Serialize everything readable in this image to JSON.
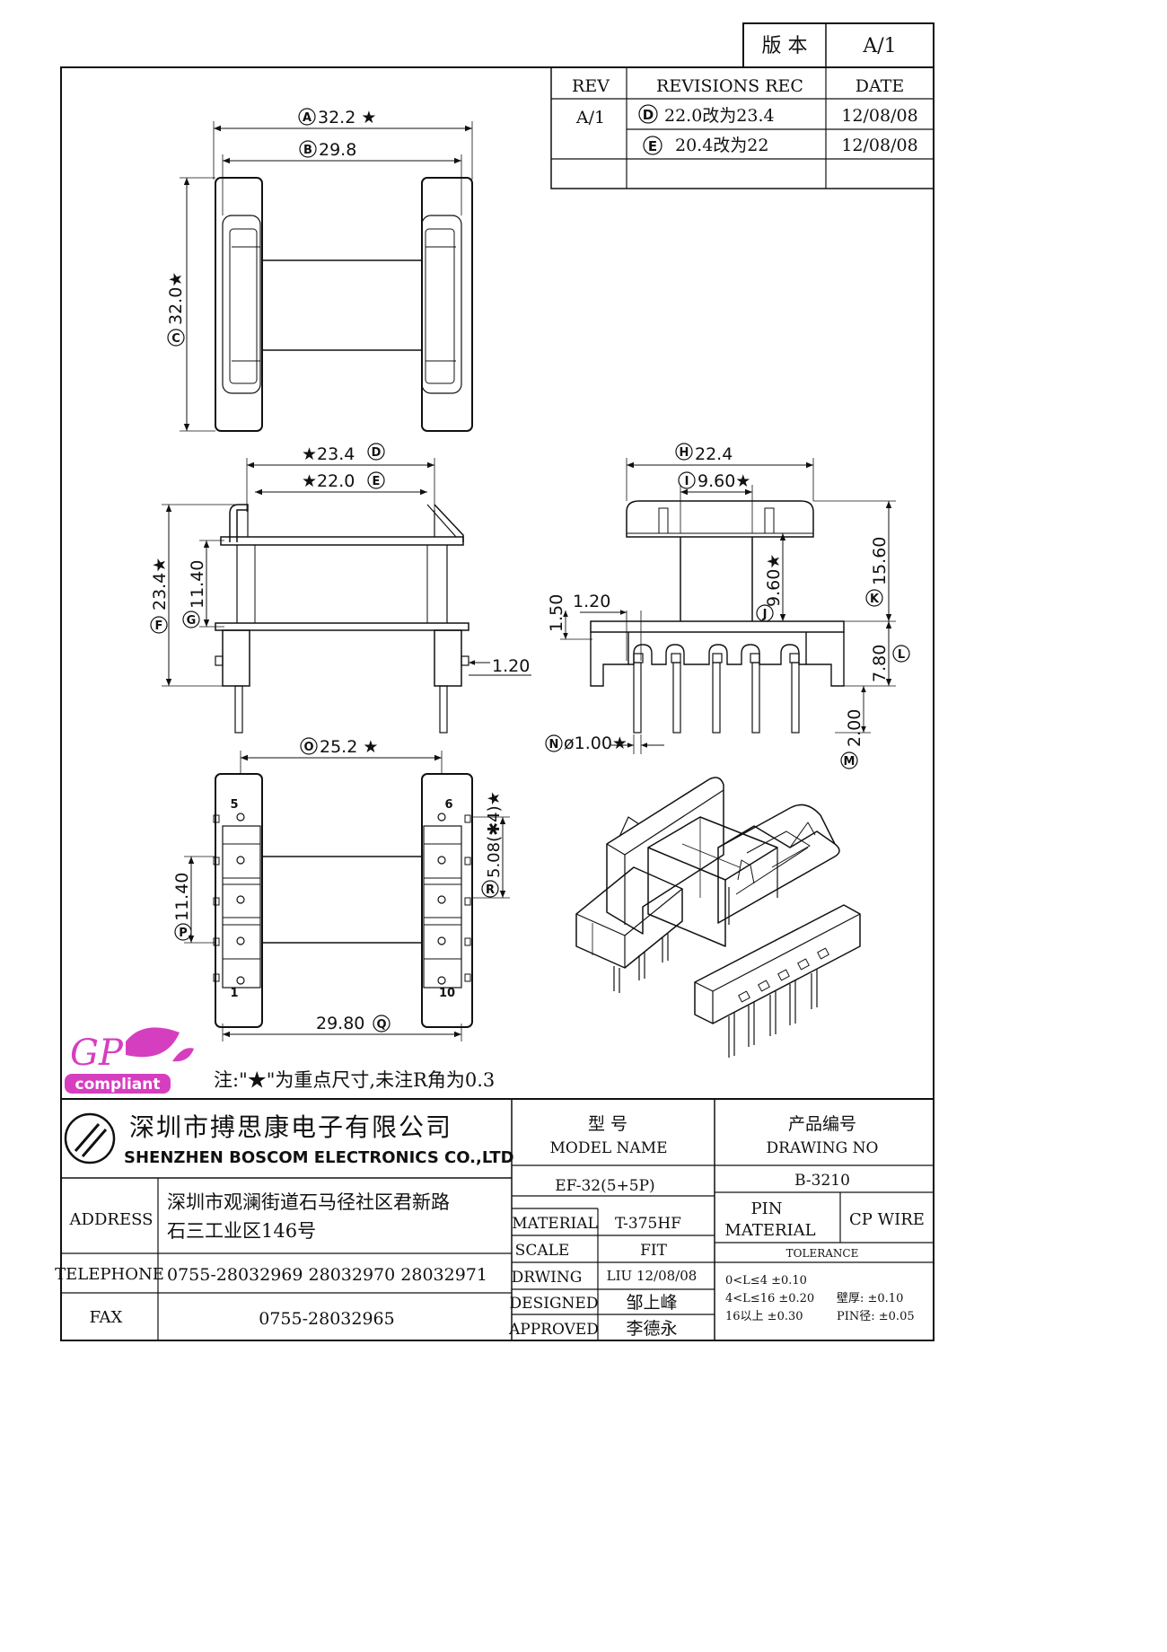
{
  "version_box": {
    "label": "版 本",
    "value": "A/1"
  },
  "revisions": {
    "headers": [
      "REV",
      "REVISIONS REC",
      "DATE"
    ],
    "rev": "A/1",
    "rows": [
      {
        "mark": "D",
        "text": "22.0改为23.4",
        "date": "12/08/08"
      },
      {
        "mark": "E",
        "text": "20.4改为22",
        "date": "12/08/08"
      }
    ]
  },
  "dims": {
    "A": "32.2 ★",
    "B": "29.8",
    "C": "32.0★",
    "D": "★23.4",
    "E": "★22.0",
    "F": "23.4★",
    "G": "11.40",
    "right_120": "1.20",
    "H": "22.4",
    "I": "9.60★",
    "J": "9.60★",
    "K": "15.60",
    "L": "7.80",
    "d150": "1.50",
    "d120b": "1.20",
    "M": "2.00",
    "N": "ø1.00★",
    "O": "25.2 ★",
    "P": "11.40",
    "R": "5.08(✱4)★",
    "Q": "29.80"
  },
  "pins": {
    "p5": "5",
    "p6": "6",
    "p1": "1",
    "p10": "10"
  },
  "logo": {
    "gp": "GP",
    "compliant": "compliant"
  },
  "note": "注:\"★\"为重点尺寸,未注R角为0.3",
  "company": {
    "cn": "深圳市搏思康电子有限公司",
    "en": "SHENZHEN BOSCOM ELECTRONICS CO.,LTD"
  },
  "address": {
    "label": "ADDRESS",
    "line1": "深圳市观澜街道石马径社区君新路",
    "line2": "石三工业区146号"
  },
  "telephone": {
    "label": "TELEPHONE",
    "value": "0755-28032969 28032970 28032971"
  },
  "fax": {
    "label": "FAX",
    "value": "0755-28032965"
  },
  "model": {
    "cn": "型 号",
    "en": "MODEL NAME",
    "value": "EF-32(5+5P)"
  },
  "drawing_no": {
    "cn": "产品编号",
    "en": "DRAWING NO",
    "value": "B-3210"
  },
  "material": {
    "label": "MATERIAL",
    "value": "T-375HF"
  },
  "scale": {
    "label": "SCALE",
    "value": "FIT"
  },
  "drwing": {
    "label": "DRWING",
    "value": "LIU 12/08/08"
  },
  "designed": {
    "label": "DESIGNED",
    "value": "邹上峰"
  },
  "approved": {
    "label": "APPROVED",
    "value": "李德永"
  },
  "pin_material": {
    "label1": "PIN",
    "label2": "MATERIAL",
    "value": "CP WIRE"
  },
  "tolerance": {
    "title": "TOLERANCE",
    "r1": "0<L≤4  ±0.10",
    "r2": "4<L≤16  ±0.20",
    "r3": "16以上     ±0.30",
    "wall": "壁厚:   ±0.10",
    "pin": "PIN径: ±0.05"
  },
  "colors": {
    "logo": "#d63ec0"
  }
}
